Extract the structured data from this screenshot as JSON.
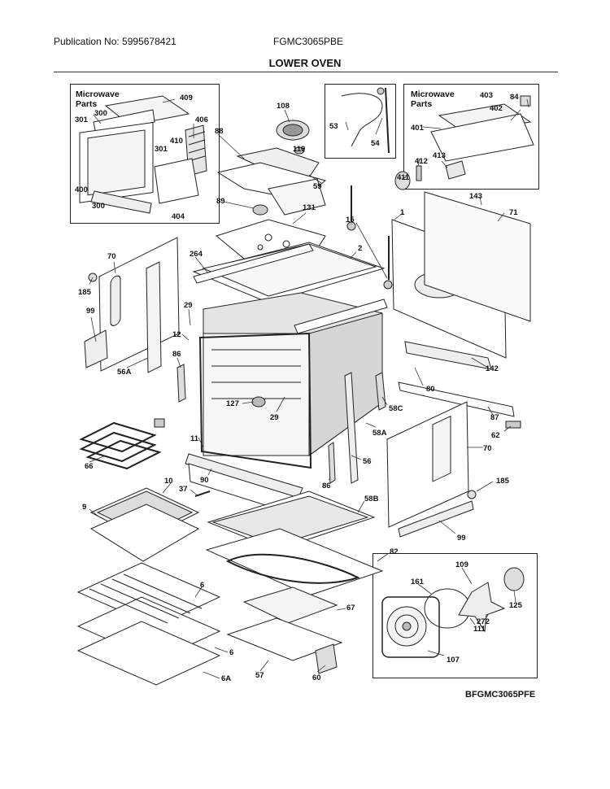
{
  "header": {
    "publication": "Publication No: 5995678421",
    "model": "FGMC3065PBE",
    "title": "LOWER OVEN"
  },
  "footer": {
    "code": "BFGMC3065PFE"
  },
  "microwave_left": {
    "title_line1": "Microwave",
    "title_line2": "Parts"
  },
  "microwave_right": {
    "title_line1": "Microwave",
    "title_line2": "Parts"
  },
  "labels": {
    "p409": "409",
    "p300a": "300",
    "p301a": "301",
    "p406": "406",
    "p410": "410",
    "p301b": "301",
    "p400": "400",
    "p300b": "300",
    "p404": "404",
    "p108": "108",
    "p88": "88",
    "p119": "119",
    "p59": "59",
    "p89": "89",
    "p131": "131",
    "p15": "15",
    "p53": "53",
    "p54": "54",
    "p403": "403",
    "p84": "84",
    "p402": "402",
    "p401": "401",
    "p413": "413",
    "p412": "412",
    "p411": "411",
    "p143": "143",
    "p1": "1",
    "p71": "71",
    "p2": "2",
    "p70a": "70",
    "p185a": "185",
    "p99a": "99",
    "p264": "264",
    "p29a": "29",
    "p12": "12",
    "p86a": "86",
    "p56A": "56A",
    "p127": "127",
    "p29b": "29",
    "p58C": "58C",
    "p58A": "58A",
    "p11": "11",
    "p56": "56",
    "p86b": "86",
    "p142": "142",
    "p80": "80",
    "p87": "87",
    "p62": "62",
    "p70b": "70",
    "p185b": "185",
    "p99b": "99",
    "p66": "66",
    "p90": "90",
    "p37": "37",
    "p10": "10",
    "p9": "9",
    "p58B": "58B",
    "p82": "82",
    "p6a": "6",
    "p6b": "6",
    "p6A": "6A",
    "p67": "67",
    "p57": "57",
    "p60": "60",
    "p109": "109",
    "p161": "161",
    "p125": "125",
    "p272": "272",
    "p111": "111",
    "p107": "107"
  }
}
